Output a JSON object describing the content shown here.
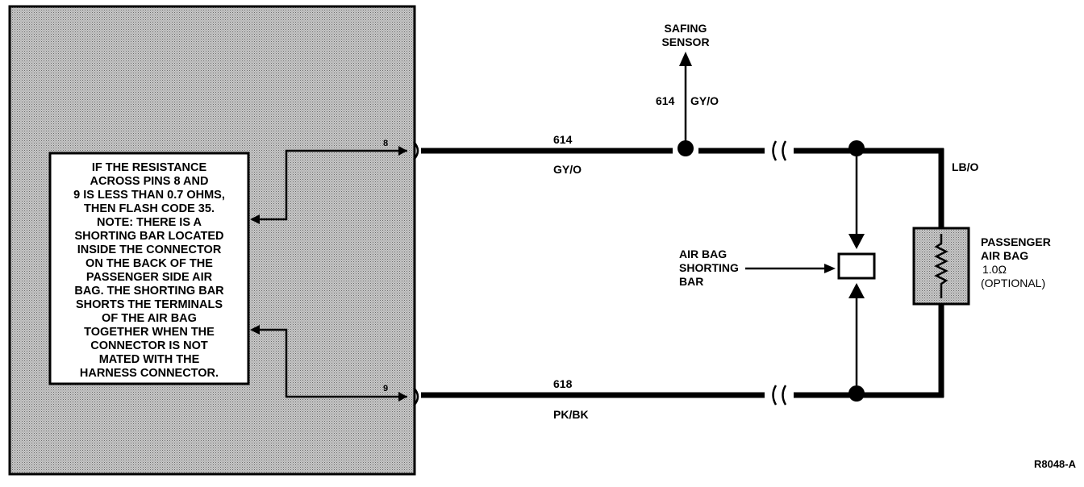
{
  "module": {
    "note_lines": [
      "IF THE RESISTANCE",
      "ACROSS PINS 8 AND",
      "9 IS LESS THAN 0.7 OHMS,",
      "THEN FLASH CODE 35.",
      "NOTE: THERE IS A",
      "SHORTING BAR LOCATED",
      "INSIDE THE CONNECTOR",
      "ON THE BACK OF THE",
      "PASSENGER SIDE AIR",
      "BAG. THE SHORTING BAR",
      "SHORTS THE TERMINALS",
      "OF THE AIR BAG",
      "TOGETHER WHEN THE",
      "CONNECTOR IS NOT",
      "MATED WITH THE",
      "HARNESS CONNECTOR."
    ],
    "pin_top": "8",
    "pin_bottom": "9"
  },
  "wires": {
    "top_circuit": "614",
    "top_color": "GY/O",
    "bottom_circuit": "618",
    "bottom_color": "PK/BK",
    "branch_circuit": "614",
    "branch_color": "GY/O",
    "right_color": "LB/O"
  },
  "components": {
    "safing_sensor": [
      "SAFING",
      "SENSOR"
    ],
    "shorting_bar": [
      "AIR BAG",
      "SHORTING",
      "BAR"
    ],
    "passenger_airbag": [
      "PASSENGER",
      "AIR BAG",
      "1.0Ω",
      "(OPTIONAL)"
    ]
  },
  "figure_id": "R8048-A",
  "colors": {
    "module_fill": "#a9a9a9",
    "ink": "#000000"
  }
}
